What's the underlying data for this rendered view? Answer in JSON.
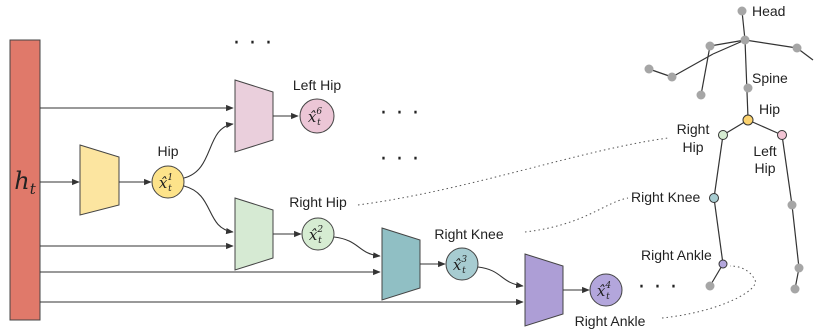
{
  "input": {
    "label": "h",
    "subscript": "t",
    "color": "#e0796a"
  },
  "hip_block": {
    "title": "Hip",
    "symbol": "x̂",
    "sub": "t",
    "sup": "1",
    "encoder_color": "#fce5a0",
    "node_color": "#fde38a"
  },
  "left_hip_block": {
    "title": "Left Hip",
    "symbol": "x̂",
    "sub": "t",
    "sup": "6",
    "encoder_color": "#eacfdc",
    "node_color": "#ecc6d6"
  },
  "right_hip_block": {
    "title": "Right Hip",
    "symbol": "x̂",
    "sub": "t",
    "sup": "2",
    "encoder_color": "#d6ead3",
    "node_color": "#d6ecd2"
  },
  "right_knee_block": {
    "title": "Right Knee",
    "symbol": "x̂",
    "sub": "t",
    "sup": "3",
    "encoder_color": "#90bfc4",
    "node_color": "#a7ccd1"
  },
  "right_ankle_block": {
    "title": "Right Ankle",
    "symbol": "x̂",
    "sub": "t",
    "sup": "4",
    "encoder_color": "#ad9ed6",
    "node_color": "#b3a6dc"
  },
  "ellipsis": "· · ·",
  "skeleton": {
    "head": "Head",
    "spine": "Spine",
    "hip": "Hip",
    "right_hip_line1": "Right",
    "right_hip_line2": "Hip",
    "left_hip_line1": "Left",
    "left_hip_line2": "Hip",
    "right_knee": "Right Knee",
    "right_ankle": "Right Ankle",
    "hip_color": "#fcd36f",
    "right_hip_color": "#d6ecd2",
    "left_hip_color": "#f2c4d4",
    "right_knee_color": "#a7ccd1",
    "right_ankle_color": "#b3a6dc",
    "joint_color": "#a6a6a6"
  }
}
